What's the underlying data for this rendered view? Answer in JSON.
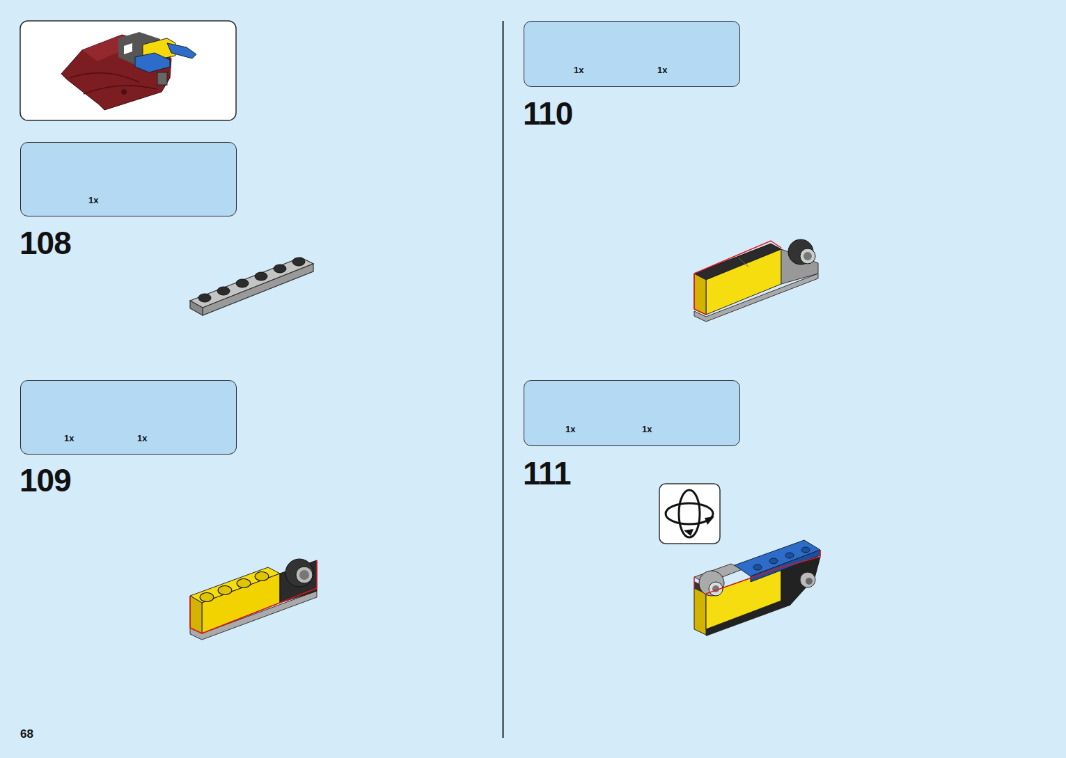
{
  "diagram": {
    "nodes": [
      {
        "text": [
          "1x"
        ]
      },
      {
        "text": [
          "1x",
          "1x"
        ]
      },
      {
        "text": [
          "1x",
          "1x"
        ]
      },
      {
        "text": [
          "1x",
          "1x"
        ]
      }
    ],
    "labels": [
      "108",
      "109",
      "110",
      "111",
      "68"
    ]
  }
}
